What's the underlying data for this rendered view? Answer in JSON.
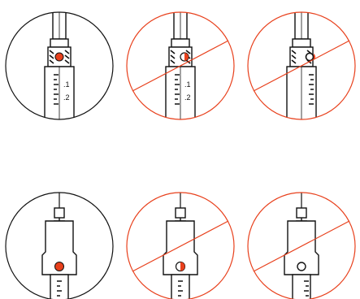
{
  "colors": {
    "ink": "#111111",
    "accent": "#e8401c",
    "background": "#ffffff"
  },
  "panels": [
    {
      "id": "top-left",
      "status": "correct",
      "indicator": "full-red-dot",
      "labels": [
        ".1",
        ".2"
      ]
    },
    {
      "id": "top-middle",
      "status": "incorrect",
      "indicator": "half-red-dot",
      "labels": [
        ".1",
        ".2"
      ]
    },
    {
      "id": "top-right",
      "status": "incorrect",
      "indicator": "white-dot",
      "labels": []
    },
    {
      "id": "bottom-left",
      "status": "correct",
      "indicator": "full-red-dot",
      "labels": []
    },
    {
      "id": "bottom-middle",
      "status": "incorrect",
      "indicator": "half-red-dot",
      "labels": []
    },
    {
      "id": "bottom-right",
      "status": "incorrect",
      "indicator": "white-dot",
      "labels": []
    }
  ],
  "tick_labels": {
    "top_left_1": ".1",
    "top_left_2": ".2",
    "top_middle_1": ".1",
    "top_middle_2": ".2"
  }
}
